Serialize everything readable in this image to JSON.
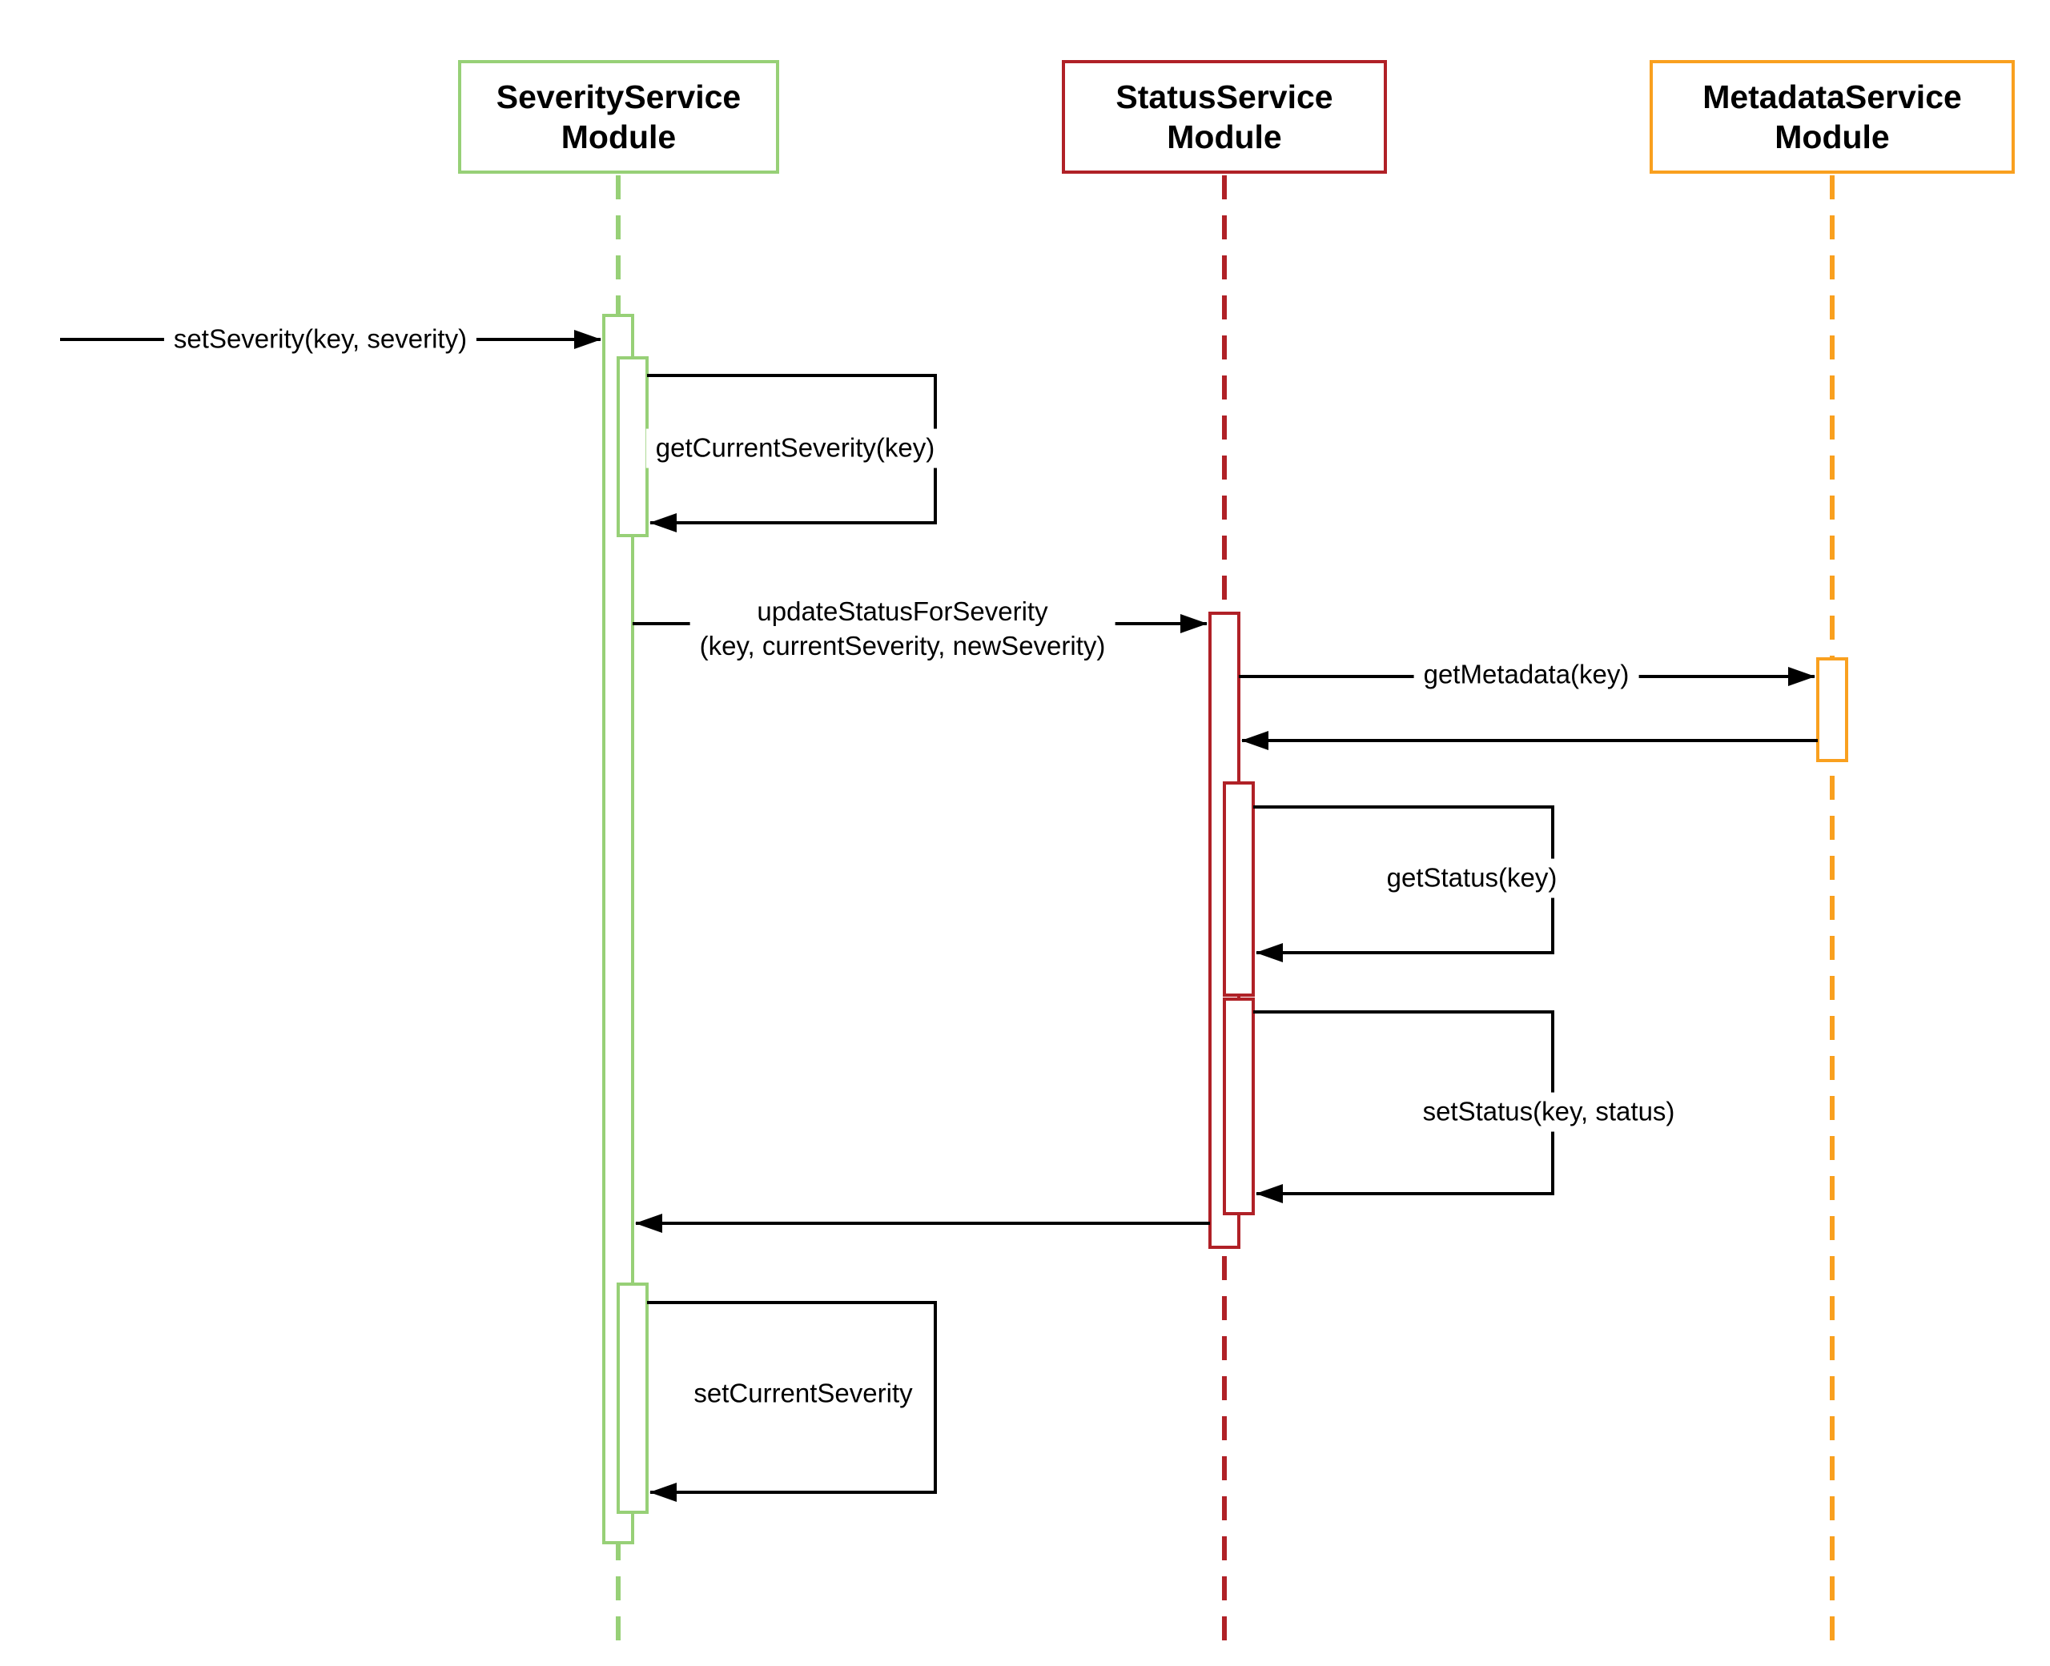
{
  "participants": [
    {
      "id": "severity-service",
      "name_line1": "SeverityService",
      "name_line2": "Module",
      "color": "#97D077"
    },
    {
      "id": "status-service",
      "name_line1": "StatusService",
      "name_line2": "Module",
      "color": "#B02127"
    },
    {
      "id": "metadata-service",
      "name_line1": "MetadataService",
      "name_line2": "Module",
      "color": "#F9A01F"
    }
  ],
  "messages": {
    "set_severity": "setSeverity(key, severity)",
    "get_current_severity": "getCurrentSeverity(key)",
    "update_status_for_severity_line1": "updateStatusForSeverity",
    "update_status_for_severity_line2": "(key, currentSeverity, newSeverity)",
    "get_metadata": "getMetadata(key)",
    "get_status": "getStatus(key)",
    "set_status": "setStatus(key, status)",
    "set_current_severity": "setCurrentSeverity"
  },
  "colors": {
    "severity_green": "#97D077",
    "status_red": "#B02127",
    "metadata_orange": "#F9A01F",
    "message_line": "#000000",
    "background": "#FFFFFF"
  }
}
